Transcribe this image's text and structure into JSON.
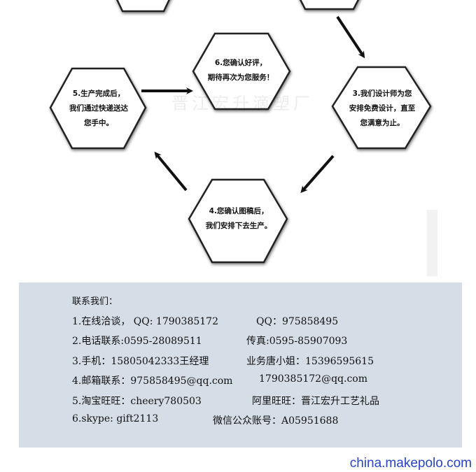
{
  "watermark": "晋江宏升滴塑厂",
  "steps": {
    "step3": [
      "3.我们设计师为您",
      "安排免费设计，直至",
      "您满意为止。"
    ],
    "step4": [
      "4.您确认图稿后，",
      "我们安排下去生产。"
    ],
    "step5": [
      "5.生产完成后，",
      "我们通过快递送达",
      "您手中。"
    ],
    "step6": [
      "6.您确认好评，",
      "期待再次为您服务！"
    ]
  },
  "contact": {
    "heading": "联系我们：",
    "line1_a": "1.在线洽谈， QQ: 1790385172",
    "line1_b": "QQ：975858495",
    "line2_a": "2.电话联系:0595-28089511",
    "line2_b": "传真:0595-85907093",
    "line3_a": "3.手机：15805042333王经理",
    "line3_b": "业务唐小姐：15396595615",
    "line4_a": "4.邮箱联系：975858495@qq.com",
    "line4_b": "1790385172@qq.com",
    "line5_a": "5.淘宝旺旺：cheery780503",
    "line5_b": "阿里旺旺：晋江宏升工艺礼品",
    "line6_a": "6.skype: gift2113",
    "line6_b": "微信公众账号：A05951688"
  },
  "footer": {
    "url": "china.makepolo.com",
    "url_color": "#2844c8"
  },
  "colors": {
    "panel_bg": "#d5dde6",
    "hex_fill": "#ffffff",
    "arrow": "#111111"
  }
}
